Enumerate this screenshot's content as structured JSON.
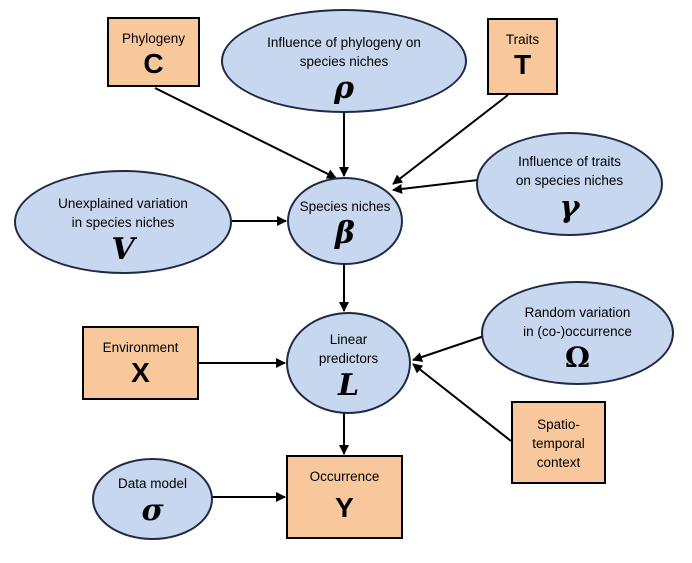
{
  "nodes": {
    "phylogeny": {
      "label": "Phylogeny",
      "symbol": "C"
    },
    "phylo_influence": {
      "label": "Influence of phylogeny on species niches",
      "symbol": "ρ"
    },
    "traits": {
      "label": "Traits",
      "symbol": "T"
    },
    "trait_influence": {
      "label": "Influence of traits on species niches",
      "symbol": "γ"
    },
    "unexplained": {
      "label": "Unexplained variation in species niches",
      "symbol": "V"
    },
    "species_niches": {
      "label": "Species niches",
      "symbol": "β"
    },
    "environment": {
      "label": "Environment",
      "symbol": "X"
    },
    "linear_predictors": {
      "label": "Linear predictors",
      "symbol": "L"
    },
    "random_variation": {
      "label": "Random variation in (co-)occurrence",
      "symbol": "Ω"
    },
    "spatiotemporal": {
      "label": "Spatio-temporal context"
    },
    "data_model": {
      "label": "Data model",
      "symbol": "σ"
    },
    "occurrence": {
      "label": "Occurrence",
      "symbol": "Y"
    }
  },
  "colors": {
    "box_fill": "#f9c79c",
    "ellipse_fill": "#c6d7ef",
    "arrow": "#000000"
  }
}
